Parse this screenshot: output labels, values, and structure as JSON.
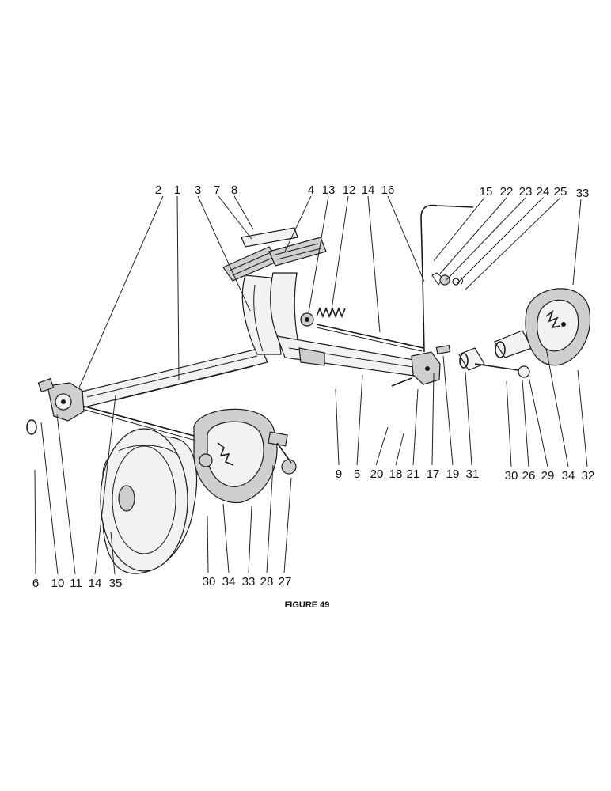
{
  "figure": {
    "caption": "FIGURE 49"
  },
  "labels": {
    "top": [
      "2",
      "1",
      "3",
      "7",
      "8",
      "4",
      "13",
      "12",
      "14",
      "16",
      "15",
      "22",
      "23",
      "24",
      "25",
      "33"
    ],
    "bottom_left": [
      "6",
      "10",
      "11",
      "14",
      "35"
    ],
    "bottom_middle": [
      "30",
      "34",
      "33",
      "28",
      "27"
    ],
    "bottom_right": [
      "9",
      "5",
      "20",
      "18",
      "21",
      "17",
      "19",
      "31",
      "30",
      "26",
      "29",
      "34",
      "32"
    ]
  }
}
